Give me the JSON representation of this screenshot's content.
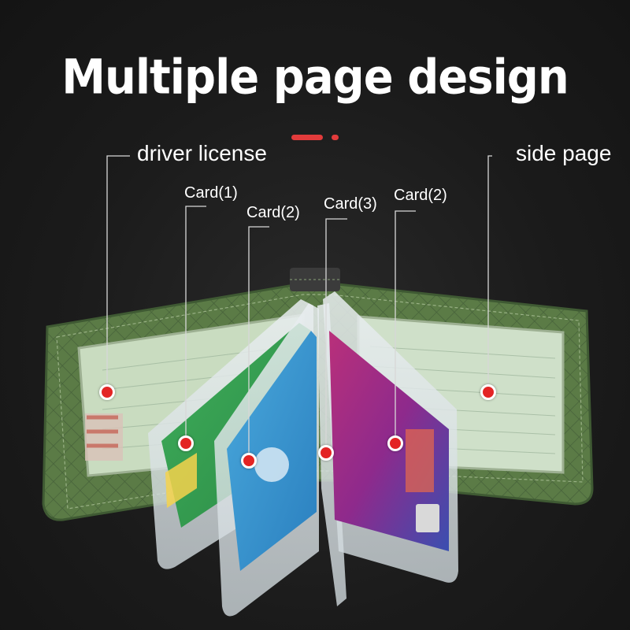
{
  "title": "Multiple page design",
  "labels": {
    "driver_license": "driver license",
    "side_page": "side page",
    "card1": "Card(1)",
    "card2_left": "Card(2)",
    "card3": "Card(3)",
    "card2_right": "Card(2)"
  },
  "colors": {
    "accent": "#e23b3b",
    "wallet_green": "#5a7a45",
    "background": "#1b1b1b"
  }
}
